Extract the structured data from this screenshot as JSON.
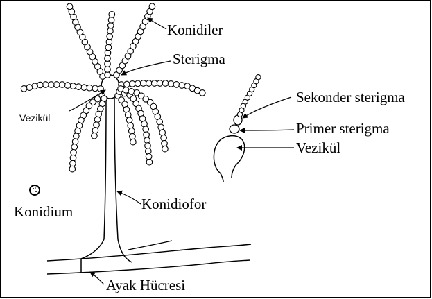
{
  "labels": {
    "konidiler": "Konidiler",
    "sterigma": "Sterigma",
    "vezikul_small": "Vezikül",
    "sekonder_sterigma": "Sekonder sterigma",
    "primer_sterigma": "Primer sterigma",
    "vezikul": "Vezikül",
    "konidium": "Konidium",
    "konidiofor": "Konidiofor",
    "ayak_hucresi": "Ayak Hücresi"
  },
  "colors": {
    "ink": "#000000",
    "background": "#ffffff"
  }
}
